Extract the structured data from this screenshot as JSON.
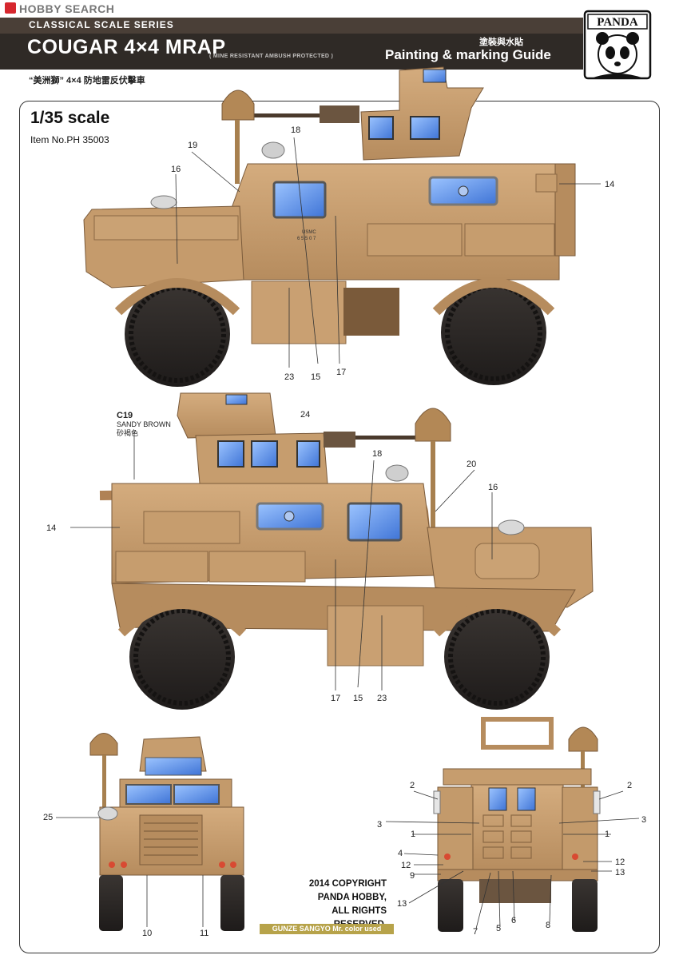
{
  "watermark": {
    "brand": "HOBBY SEARCH"
  },
  "header": {
    "series": "CLASSICAL SCALE SERIES",
    "title": "COUGAR 4×4 MRAP",
    "subtitle": "( MINE RESISTANT AMBUSH PROTECTED )",
    "guide_cn": "塗裝與水貼",
    "guide": "Painting & marking Guide",
    "cn_title": "“美洲獅” 4×4 防地雷反伏擊車",
    "brand_logo": "PANDA"
  },
  "scale": {
    "label": "1/35 scale",
    "item": "Item No.PH 35003"
  },
  "color_ref": {
    "code": "C19",
    "name": "SANDY BROWN",
    "name_cn": "砂褐色"
  },
  "callouts": {
    "side1": [
      "19",
      "16",
      "18",
      "14",
      "23",
      "15",
      "17"
    ],
    "side2": [
      "24",
      "18",
      "20",
      "16",
      "14",
      "17",
      "15",
      "23"
    ],
    "front": [
      "25",
      "10",
      "11"
    ],
    "rear": [
      "2",
      "2",
      "3",
      "3",
      "1",
      "1",
      "4",
      "12",
      "12",
      "9",
      "13",
      "13",
      "7",
      "5",
      "6",
      "8"
    ]
  },
  "plate_text": [
    "USMC",
    "6 5 5 0 7"
  ],
  "copyright": [
    "2014 COPYRIGHT",
    "PANDA HOBBY,",
    "ALL RIGHTS RESERVED."
  ],
  "paint_note": "GUNZE SANGYO Mr. color used",
  "colors": {
    "sand": "#c8a072",
    "sand_dark": "#a98058",
    "tire": "#2a2624",
    "glass": "#5a8fe0",
    "header": "#2f2a26"
  }
}
